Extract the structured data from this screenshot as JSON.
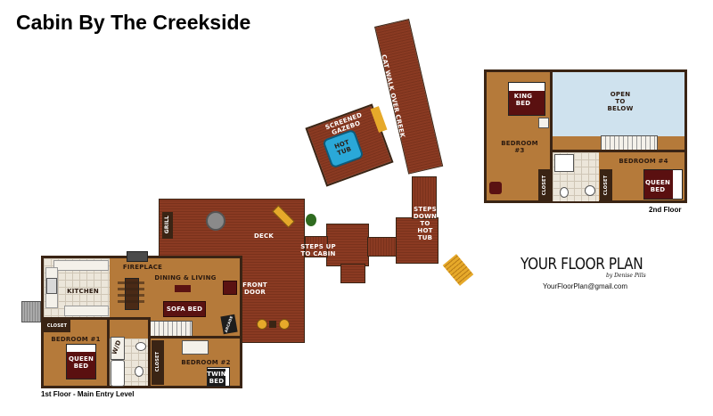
{
  "page": {
    "title": "Cabin By The Creekside"
  },
  "floors": {
    "first": "1st Floor - Main Entry Level",
    "second": "2nd Floor"
  },
  "rooms": {
    "kitchen": "KITCHEN",
    "fireplace": "FIREPLACE",
    "dining_living": "DINING & LIVING",
    "sofa_bed": "SOFA BED",
    "arcade": "ARCADE",
    "front_door": "FRONT\nDOOR",
    "deck": "DECK",
    "grill": "GRILL",
    "closet_1": "CLOSET",
    "bedroom_1": "BEDROOM #1",
    "queen_bed_1": "QUEEN\nBED",
    "wd": "W/D",
    "closet_2": "CLOSET",
    "bedroom_2": "BEDROOM #2",
    "twin_bed": "TWIN\nBED",
    "steps_up": "STEPS UP\nTO CABIN",
    "steps_down": "STEPS\nDOWN\nTO\nHOT\nTUB",
    "screened_gazebo": "SCREENED\nGAZEBO",
    "hot_tub": "HOT\nTUB",
    "cat_walk": "CAT WALK OVER CREEK",
    "king_bed": "KING\nBED",
    "open_below": "OPEN\nTO\nBELOW",
    "bedroom_3": "BEDROOM\n#3",
    "bedroom_4": "BEDROOM #4",
    "queen_bed_4": "QUEEN\nBED",
    "closet_3": "CLOSET",
    "closet_4": "CLOSET"
  },
  "brand": {
    "logo": "YOUR FLOOR PLAN",
    "byline": "by Denise Pills",
    "email": "YourFloorPlan@gmail.com"
  },
  "colors": {
    "deck": "#8a3a22",
    "floor": "#b57a3a",
    "wall": "#3a2414",
    "hot_tub": "#2aa8d8",
    "open_below": "#cfe2ee",
    "bedding": "#5a1010"
  }
}
